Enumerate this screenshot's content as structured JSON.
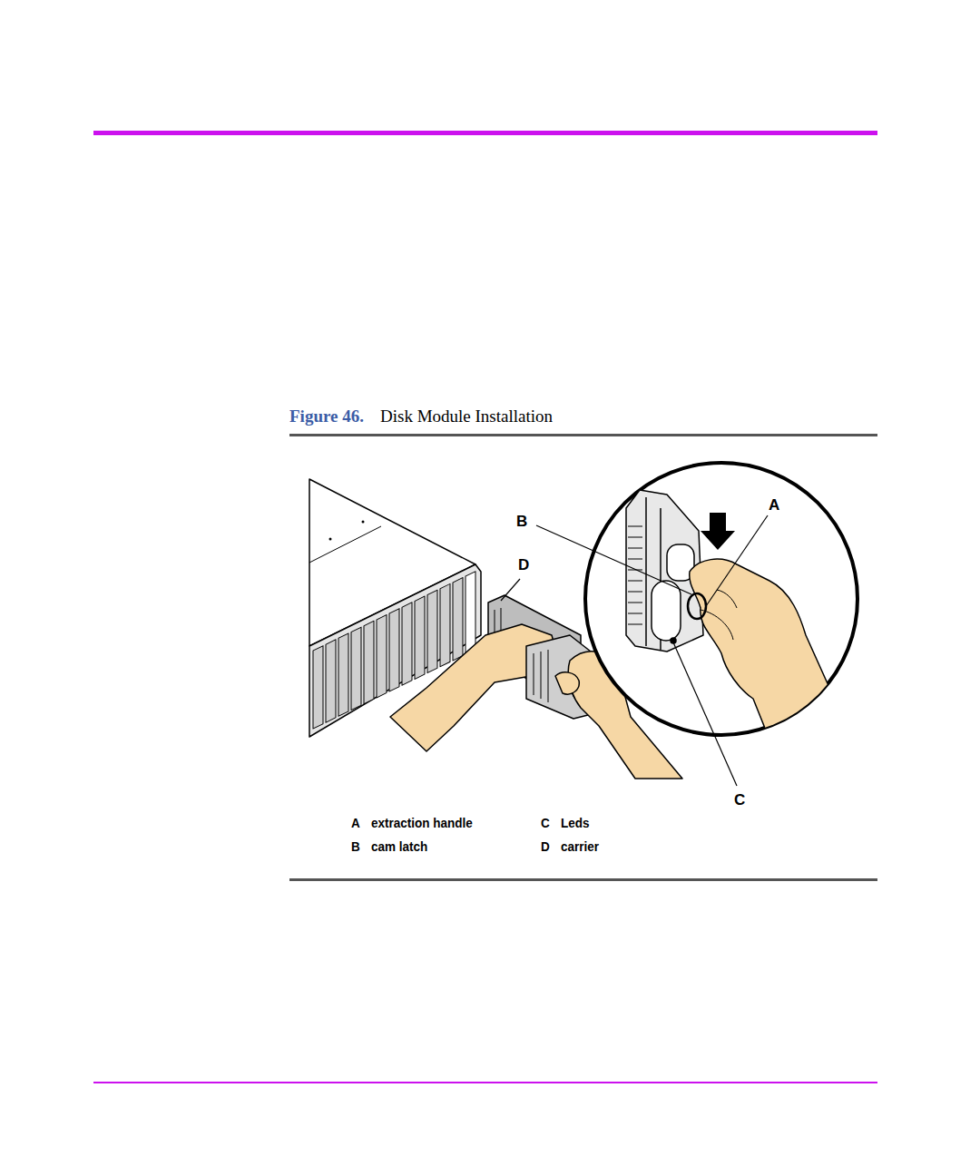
{
  "diagram": {
    "title": "Disk Module Installation",
    "labels": [
      "Figure 46.",
      "B",
      "A",
      "D",
      "C",
      "A",
      "extraction handle",
      "C",
      "Leds",
      "B",
      "cam latch",
      "D",
      "carrier"
    ]
  }
}
